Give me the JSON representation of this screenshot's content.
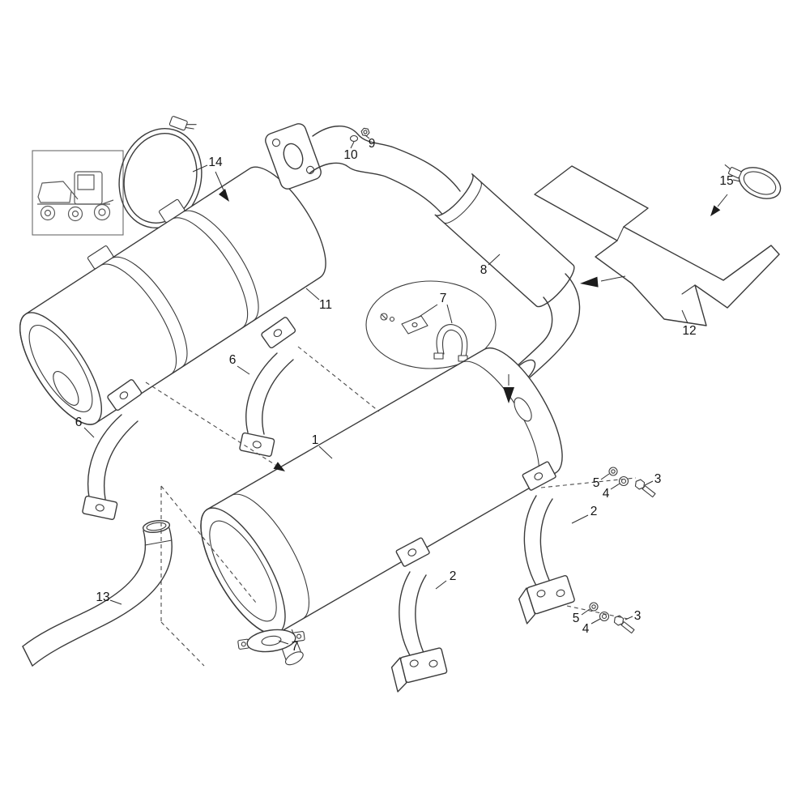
{
  "background_color": "#ffffff",
  "line_color": "#3b3b3b",
  "callouts": [
    {
      "part": "14"
    },
    {
      "part": "10"
    },
    {
      "part": "9"
    },
    {
      "part": "15"
    },
    {
      "part": "8"
    },
    {
      "part": "11"
    },
    {
      "part": "12"
    },
    {
      "part": "7"
    },
    {
      "part": "6"
    },
    {
      "part": "6"
    },
    {
      "part": "1"
    },
    {
      "part": "5"
    },
    {
      "part": "4"
    },
    {
      "part": "3"
    },
    {
      "part": "2"
    },
    {
      "part": "13"
    },
    {
      "part": "7"
    },
    {
      "part": "2"
    },
    {
      "part": "5"
    },
    {
      "part": "4"
    },
    {
      "part": "3"
    }
  ]
}
